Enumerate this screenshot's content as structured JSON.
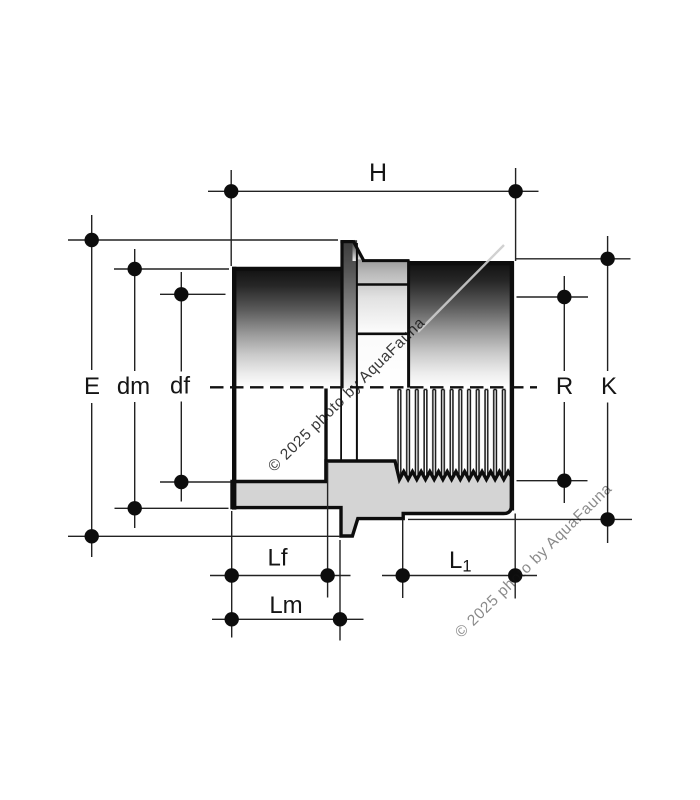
{
  "drawing": {
    "description": "Technical dimension drawing of a PVC adapter socket fitting (female solvent socket to female threaded socket), side cross-section",
    "dimensions": {
      "h": "H",
      "e": "E",
      "dm": "dm",
      "df": "df",
      "r": "R",
      "k": "K",
      "lf": "Lf",
      "l1_main": "L",
      "l1_sub": "1",
      "lm": "Lm"
    },
    "watermark": {
      "text": "© 2025 photo by AquaFauna"
    },
    "colors": {
      "outline": "#0d0d0d",
      "section_fill": "#d4d4d4",
      "dimension_line": "#222222",
      "watermark": "#c4c4c4",
      "background": "#ffffff"
    }
  }
}
